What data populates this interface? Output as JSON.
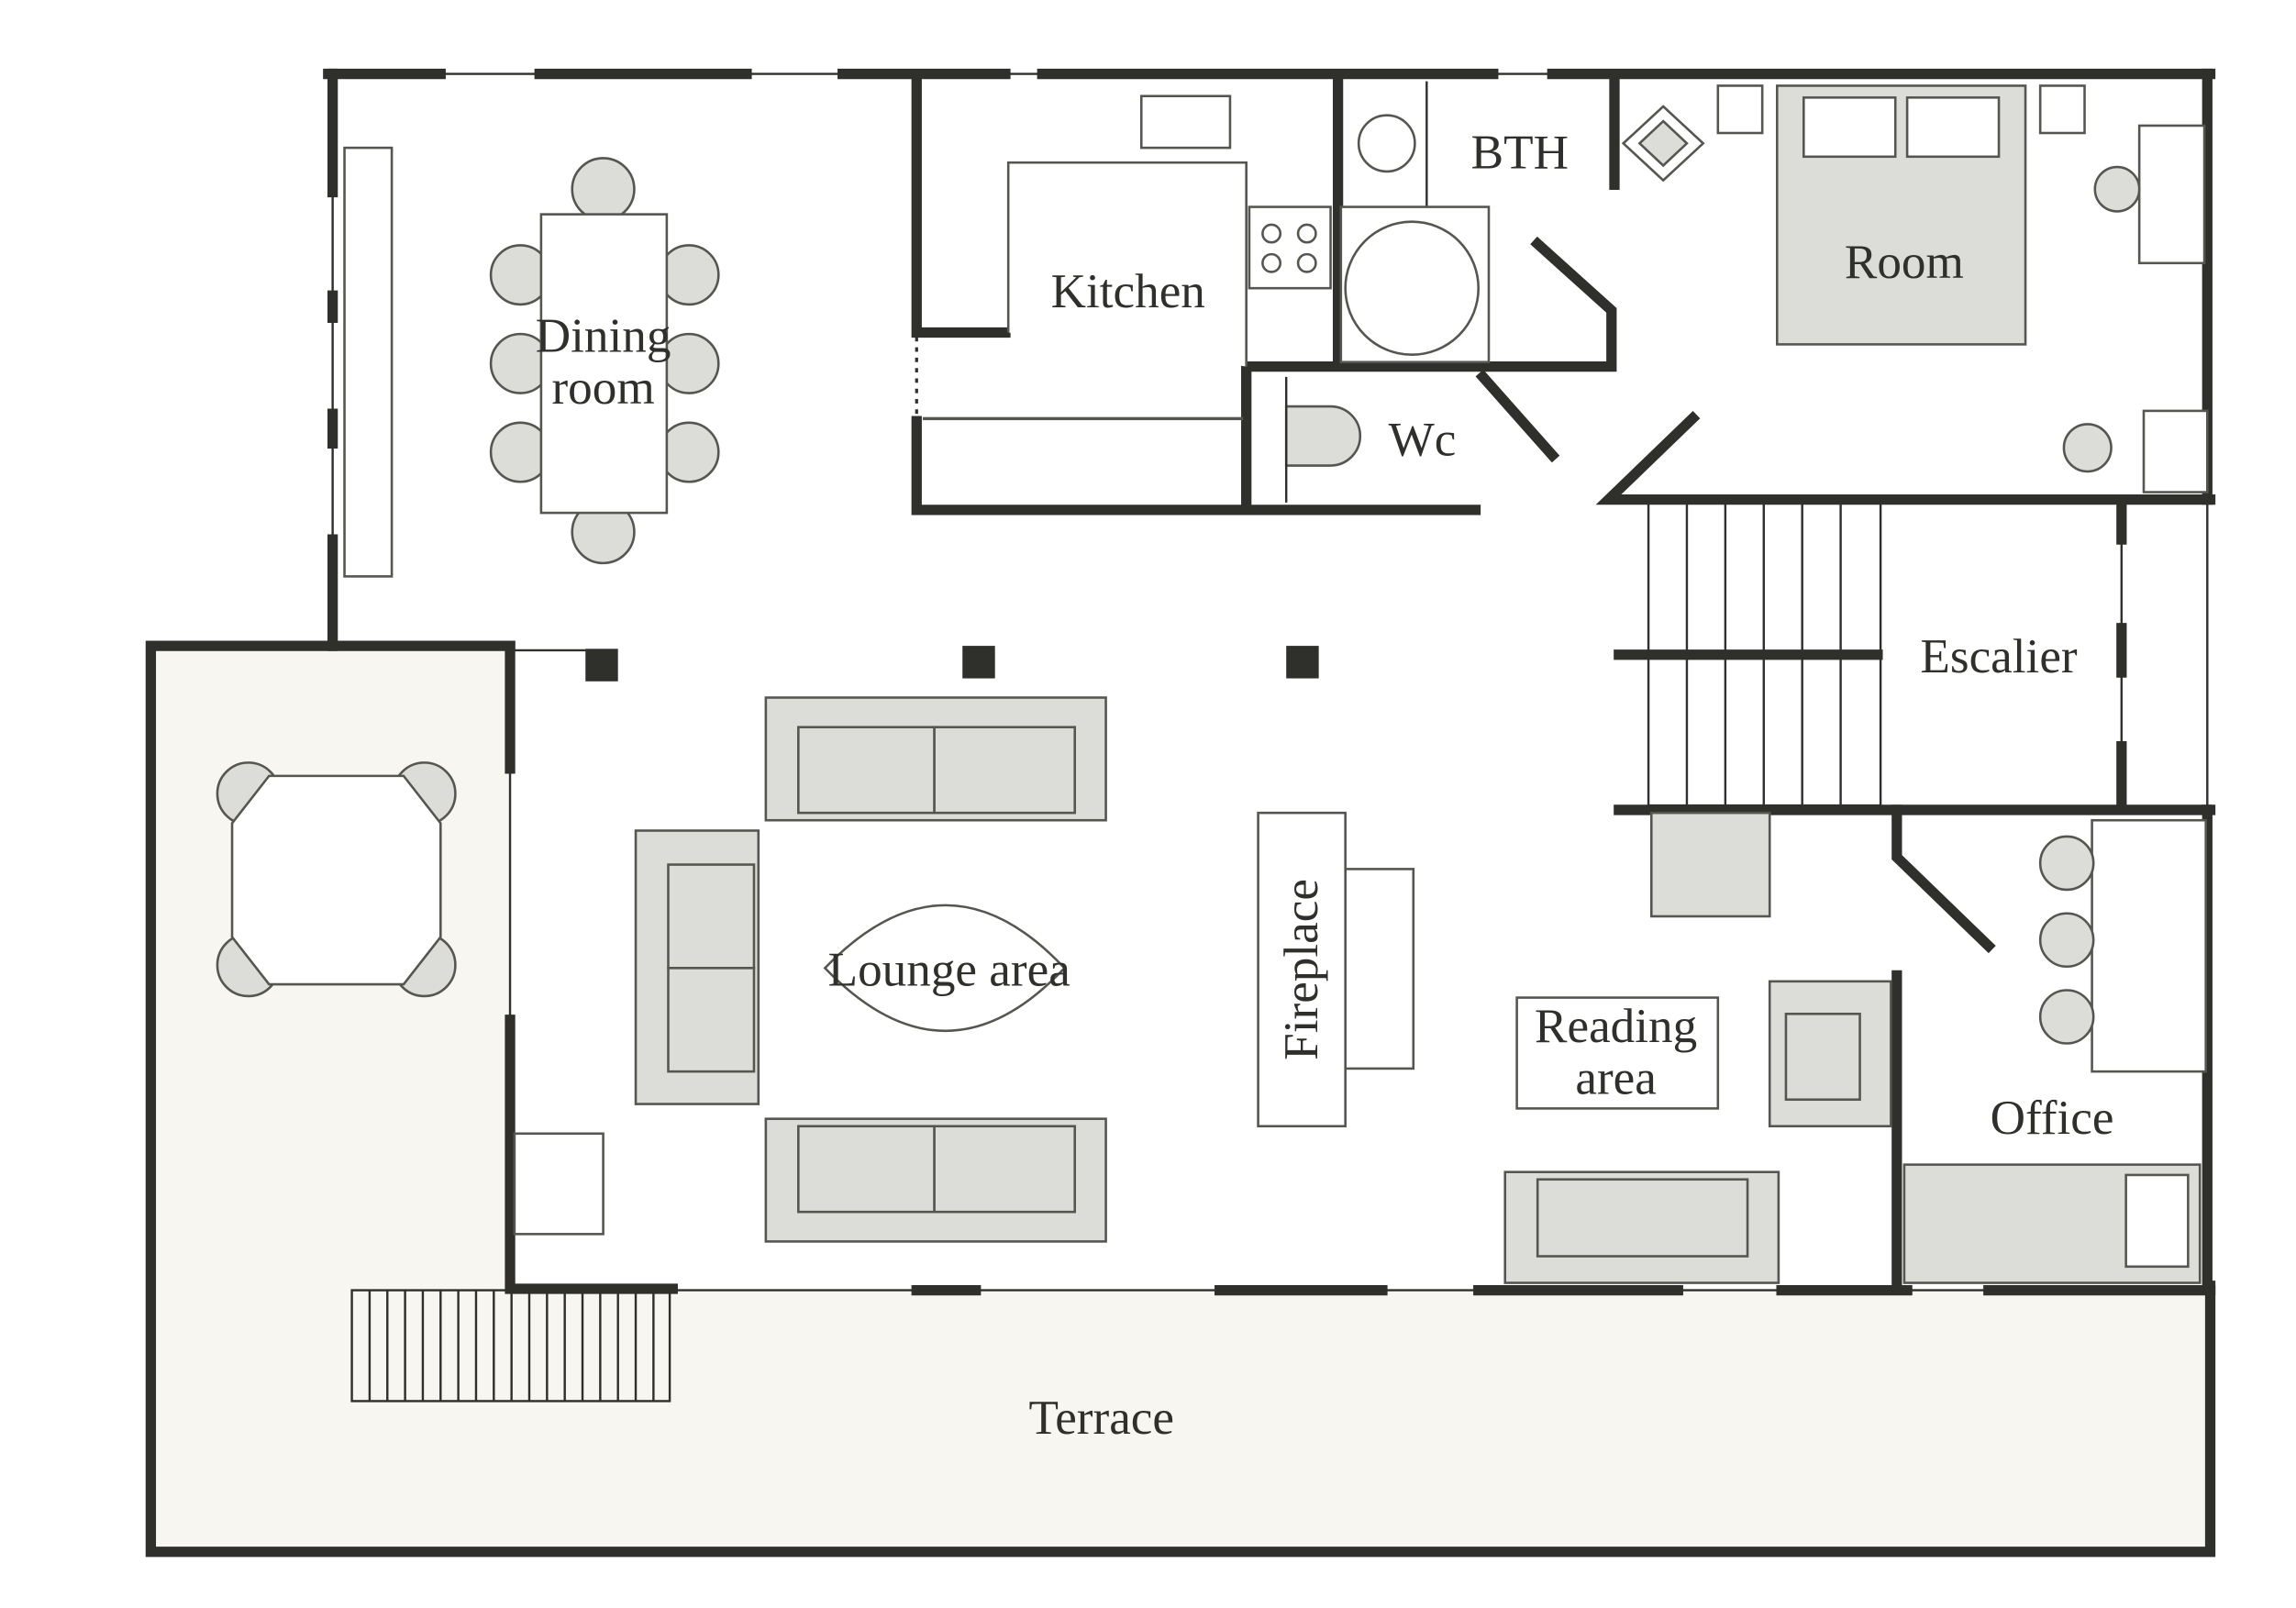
{
  "plan": {
    "rooms": {
      "dining": [
        "Dining",
        "room"
      ],
      "kitchen": "Kitchen",
      "bathroom": "BTH",
      "bedroom": "Room",
      "wc": "Wc",
      "stairs": "Escalier",
      "lounge": "Lounge area",
      "fireplace": "Fireplace",
      "reading": [
        "Reading",
        "area"
      ],
      "office": "Office",
      "terrace": "Terrace"
    },
    "colors": {
      "wall": "#2f302b",
      "furniture": "#dcdcd8",
      "terrace": "#f8f6f0"
    }
  }
}
